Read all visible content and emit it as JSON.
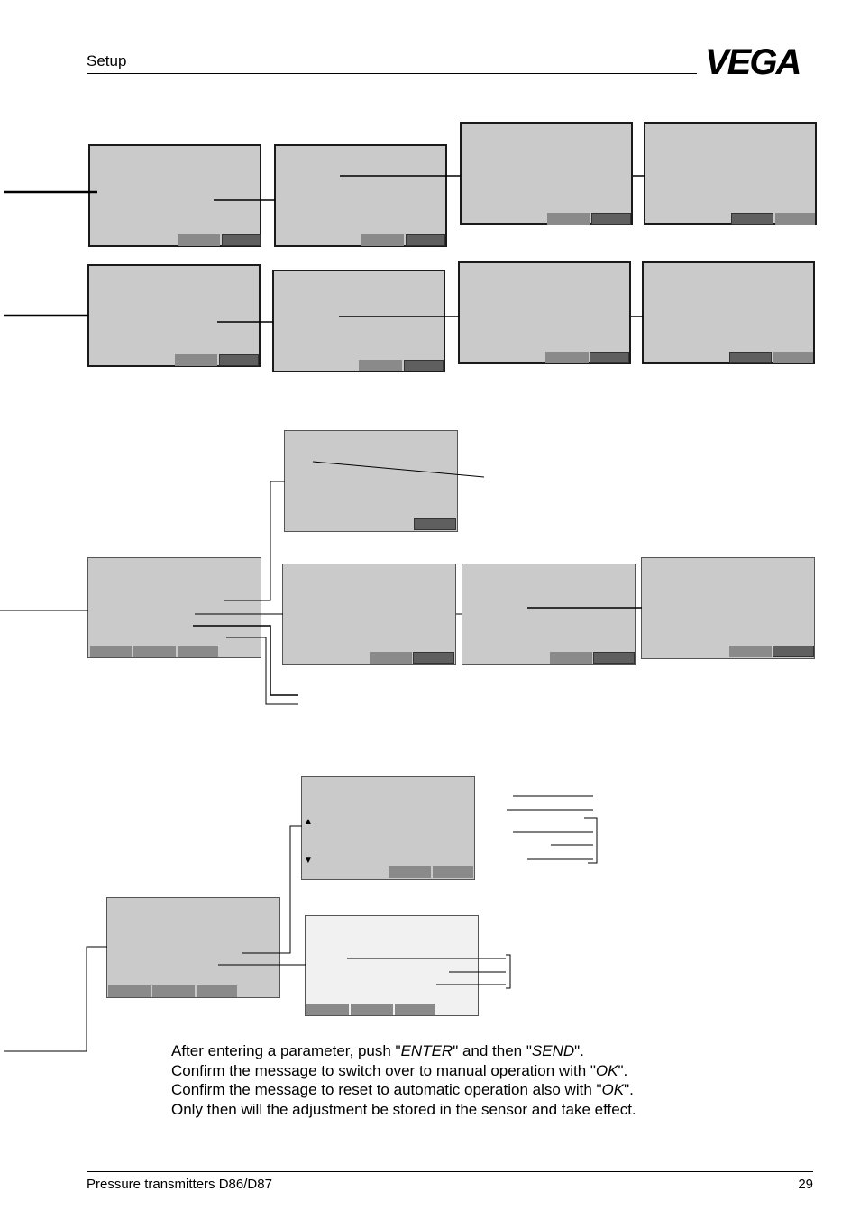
{
  "header": {
    "section": "Setup",
    "logo_text": "VEGA"
  },
  "instructions": {
    "line1_a": "After entering a parameter, push \"",
    "line1_enter": "ENTER",
    "line1_b": "\" and then \"",
    "line1_send": "SEND",
    "line1_c": "\".",
    "line2_a": "Confirm the message to switch over to manual operation with \"",
    "line2_ok": "OK",
    "line2_b": "\".",
    "line3_a": "Confirm the message to reset to automatic operation also with \"",
    "line3_ok": "OK",
    "line3_b": "\".",
    "line4": "Only then will the adjustment be stored in the sensor and take effect."
  },
  "footer": {
    "product": "Pressure transmitters D86/D87",
    "page_number": "29"
  },
  "colors": {
    "screen_bg": "#cacaca",
    "screen_light_bg": "#f1f1f1",
    "button_light": "#8a8a8a",
    "button_dark": "#5f5f5f"
  },
  "icons": {
    "up": "arrow-up-icon",
    "down": "arrow-down-icon"
  }
}
